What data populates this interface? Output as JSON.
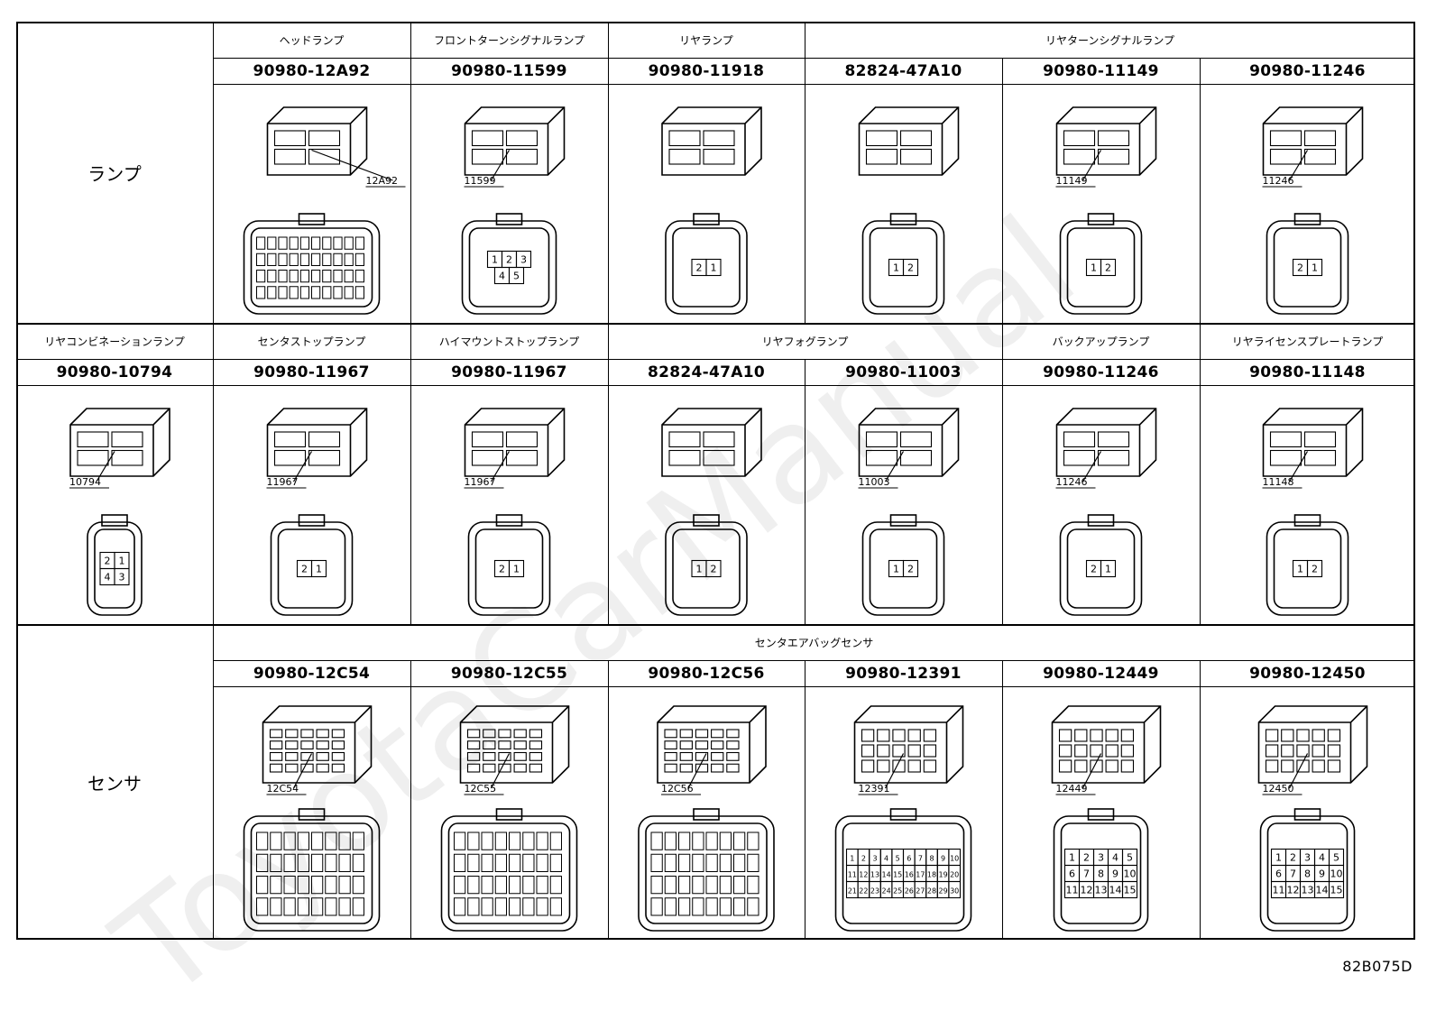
{
  "rows": [
    {
      "category": "ランプ",
      "groups": [
        {
          "label": "ヘッドランプ",
          "span": 1
        },
        {
          "label": "フロントターンシグナルランプ",
          "span": 1
        },
        {
          "label": "リヤランプ",
          "span": 1
        },
        {
          "label": "リヤターンシグナルランプ",
          "span": 3
        }
      ],
      "part_numbers": [
        "90980-12A92",
        "90980-11599",
        "90980-11918",
        "82824-47A10",
        "90980-11149",
        "90980-11246"
      ],
      "callouts": [
        "12A92",
        "11599",
        "",
        "",
        "11149",
        "11246"
      ],
      "face_pins": [
        [],
        [
          "1",
          "2",
          "3",
          "4",
          "5"
        ],
        [
          "2",
          "1"
        ],
        [
          "1",
          "2"
        ],
        [
          "1",
          "2"
        ],
        [
          "2",
          "1"
        ]
      ]
    },
    {
      "category": "",
      "groups": [
        {
          "label": "リヤコンビネーションランプ",
          "span": 1
        },
        {
          "label": "センタストップランプ",
          "span": 1
        },
        {
          "label": "ハイマウントストップランプ",
          "span": 1
        },
        {
          "label": "リヤフォグランプ",
          "span": 2
        },
        {
          "label": "バックアップランプ",
          "span": 1
        },
        {
          "label": "リヤライセンスプレートランプ",
          "span": 1
        }
      ],
      "part_numbers": [
        "90980-10794",
        "90980-11967",
        "90980-11967",
        "82824-47A10",
        "90980-11003",
        "90980-11246",
        "90980-11148"
      ],
      "callouts": [
        "10794",
        "11967",
        "11967",
        "",
        "11003",
        "11246",
        "11148"
      ],
      "face_pins": [
        [
          "2",
          "1",
          "4",
          "3"
        ],
        [
          "2",
          "1"
        ],
        [
          "2",
          "1"
        ],
        [
          "1",
          "2"
        ],
        [
          "1",
          "2"
        ],
        [
          "2",
          "1"
        ],
        [
          "1",
          "2"
        ]
      ]
    },
    {
      "category": "センサ",
      "groups": [
        {
          "label": "センタエアバッグセンサ",
          "span": 6
        }
      ],
      "part_numbers": [
        "90980-12C54",
        "90980-12C55",
        "90980-12C56",
        "90980-12391",
        "90980-12449",
        "90980-12450"
      ],
      "callouts": [
        "12C54",
        "12C55",
        "12C56",
        "12391",
        "12449",
        "12450"
      ],
      "face_pins": [
        [],
        [],
        [],
        [
          "1",
          "2",
          "3",
          "4",
          "5",
          "6",
          "7",
          "8",
          "9",
          "10",
          "11",
          "12",
          "13",
          "14",
          "15",
          "16",
          "17",
          "18",
          "19",
          "20",
          "21",
          "22",
          "23",
          "24",
          "25",
          "26",
          "27",
          "28",
          "29",
          "30"
        ],
        [
          "1",
          "2",
          "3",
          "4",
          "5",
          "6",
          "7",
          "8",
          "9",
          "10",
          "11",
          "12",
          "13",
          "14",
          "15"
        ],
        [
          "1",
          "2",
          "3",
          "4",
          "5",
          "6",
          "7",
          "8",
          "9",
          "10",
          "11",
          "12",
          "13",
          "14",
          "15"
        ]
      ]
    }
  ],
  "footer_code": "82B075D",
  "watermark": "ToyotaCarManual"
}
